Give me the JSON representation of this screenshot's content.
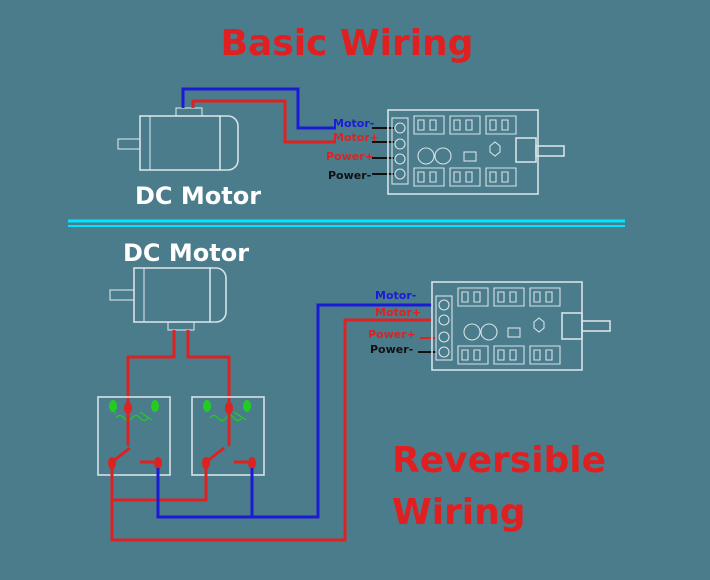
{
  "titles": {
    "basic": "Basic Wiring",
    "reversible_line1": "Reversible",
    "reversible_line2": "Wiring"
  },
  "motors": {
    "top_label": "DC Motor",
    "bottom_label": "DC Motor"
  },
  "terminals": {
    "motor_minus": "Motor-",
    "motor_plus": "Motor+",
    "power_plus": "Power+",
    "power_minus": "Power-"
  },
  "colors": {
    "background": "#4a7c8c",
    "title_red": "#e02020",
    "wire_blue": "#1b1bd6",
    "wire_red": "#dd2222",
    "wire_black": "#111111",
    "divider": "#00e5ff",
    "switch_green": "#22cc22"
  }
}
